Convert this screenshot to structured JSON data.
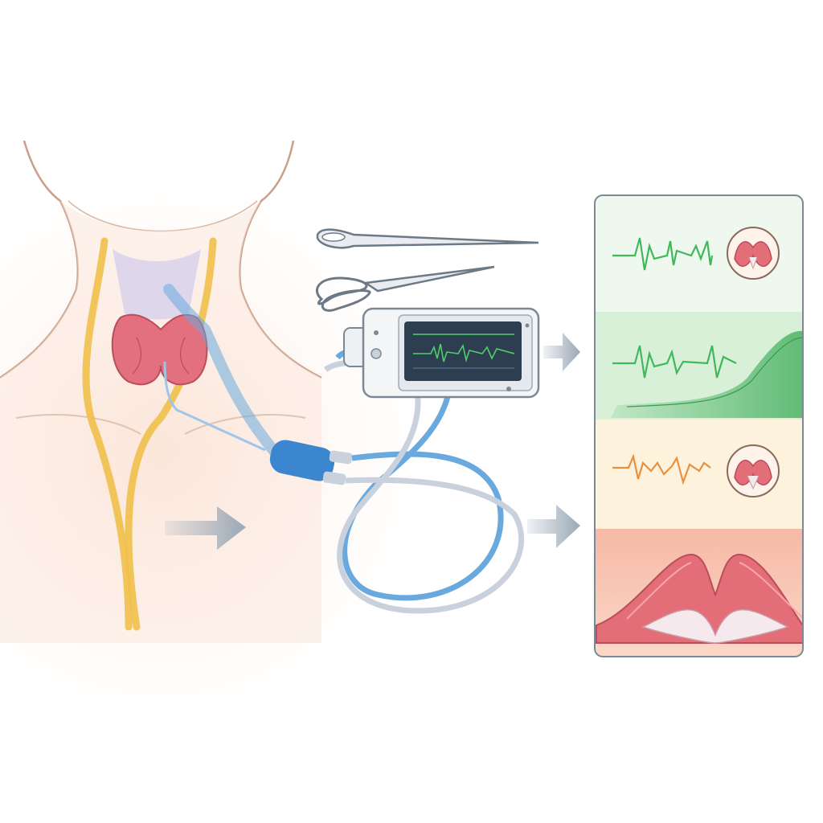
{
  "colors": {
    "skin": "#fbe7dc",
    "skin_outline": "#c9a08a",
    "thyroid": "#e2707f",
    "nerve": "#f0c04a",
    "tube_blue": "#6aa9de",
    "tube_gray": "#c9d2dc",
    "monitor_screen": "#2c3e50",
    "signal_green": "#3fb85a",
    "signal_orange": "#e89040",
    "arrow": "#9aa8b6",
    "panel_1_bg": "#eef8ee",
    "panel_2_bg": "#d8f0d8",
    "panel_3_bg": "#fdf3dc",
    "panel_4_bg": "#f7c6b0",
    "larynx_pink": "#e46e78"
  },
  "icons": [
    "scalpel-icon",
    "scissors-icon",
    "nerve-monitor-icon",
    "vocal-cords-icon",
    "flow-arrow-icon"
  ],
  "panels": [
    {
      "id": "normal-signal",
      "signal": "green"
    },
    {
      "id": "strong-response",
      "signal": "green"
    },
    {
      "id": "weak-signal",
      "signal": "orange"
    },
    {
      "id": "vocal-cords",
      "signal": "none"
    }
  ]
}
